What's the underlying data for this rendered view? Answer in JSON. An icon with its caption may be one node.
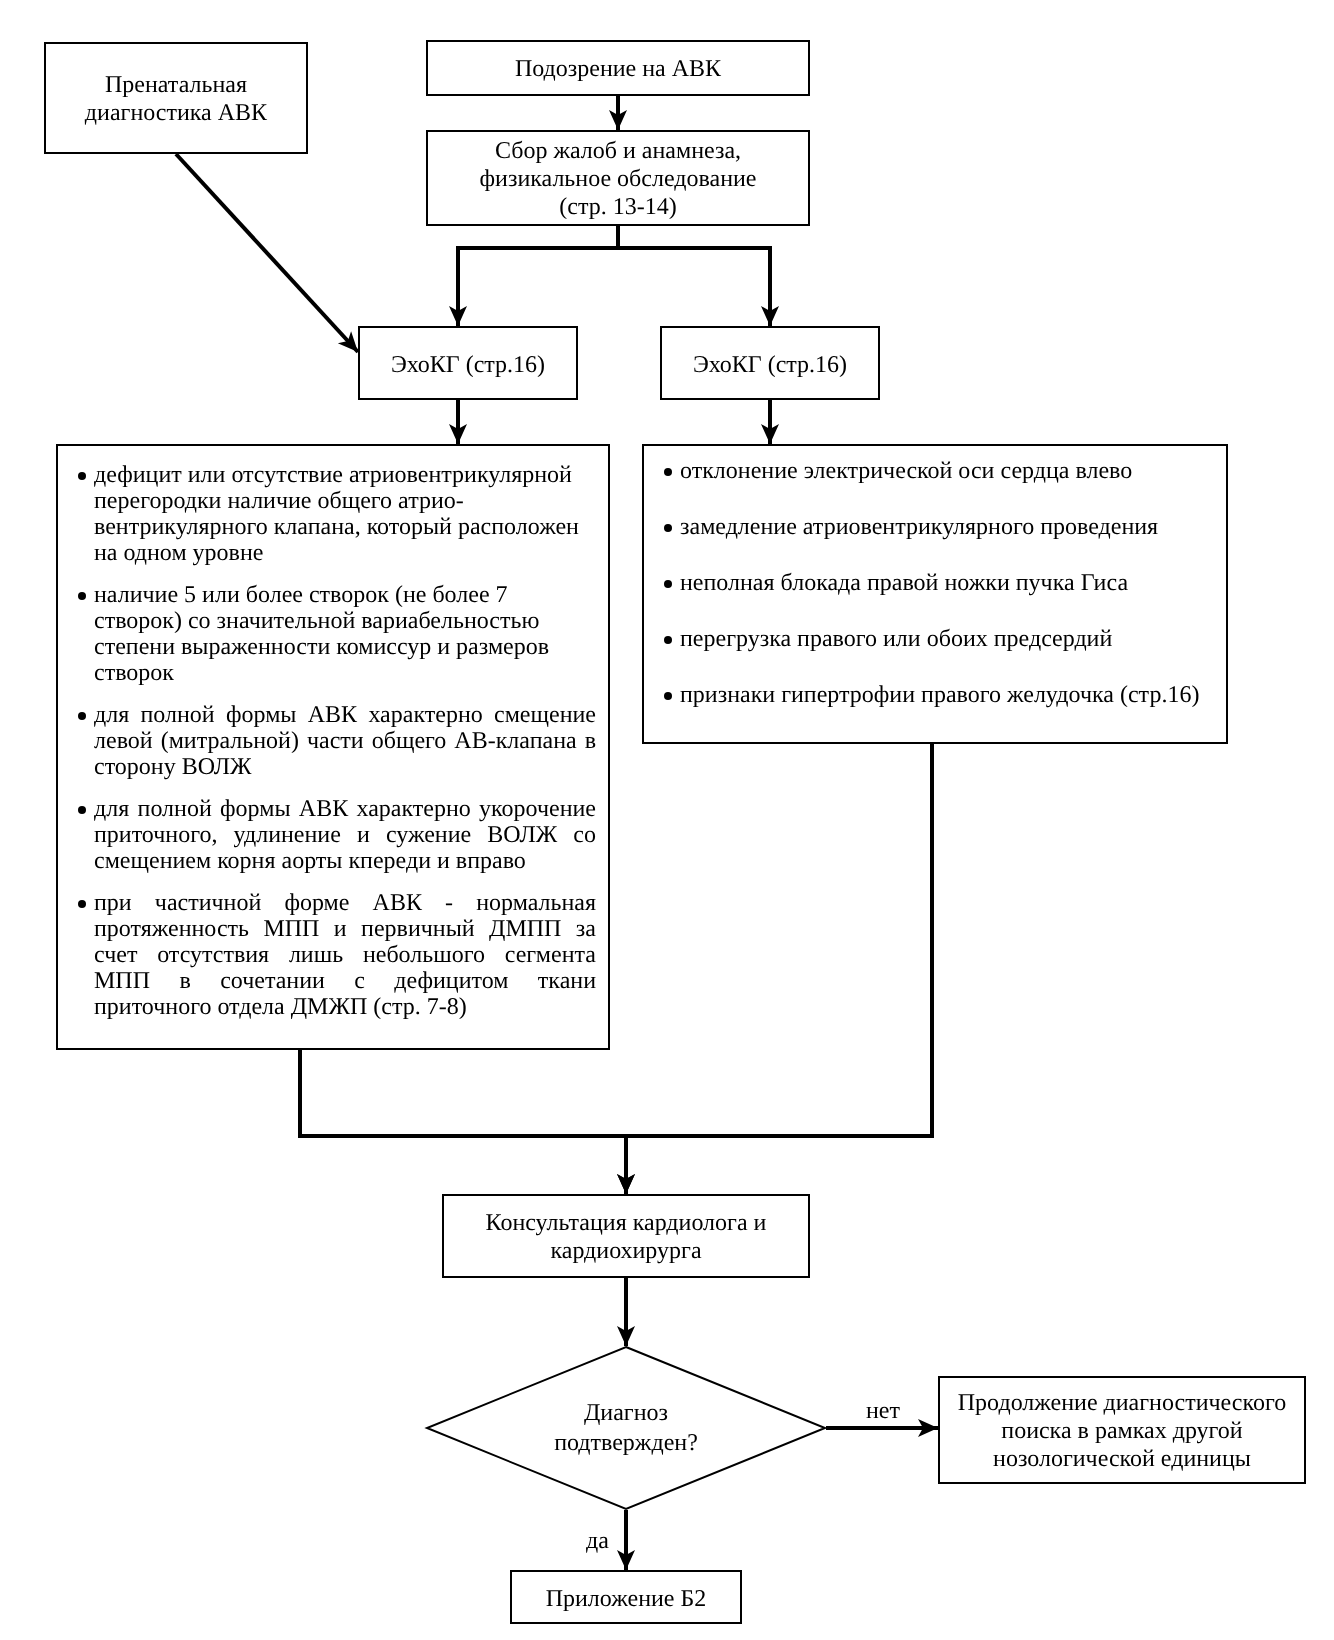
{
  "diagram": {
    "nodes": [
      {
        "text": [
          "Пренатальная диагностика АВК"
        ]
      },
      {
        "text": [
          "Подозрение на АВК"
        ]
      },
      {
        "text": [
          "Сбор жалоб и анамнеза, физикальное обследование (стр. 13-14)"
        ]
      },
      {
        "text": [
          "ЭхоКГ (стр.16)"
        ]
      },
      {
        "text": [
          "ЭхоКГ (стр.16)"
        ]
      },
      {
        "text": [
          "дефицит или отсутствие атриовентрикулярной перегородки наличие общего атрио-вентрикулярного клапана, который расположен на одном уровне",
          "наличие 5 или более створок (не более 7 створок) со значительной вариабельностью степени выраженности комиссур и размеров створок",
          "для полной формы АВК характерно смещение левой (митральной) части общего АВ-клапана в сторону ВОЛЖ",
          "для полной формы АВК характерно укорочение приточного, удлинение и сужение ВОЛЖ со смещением корня аорты кпереди и вправо",
          "при частичной форме АВК - нормальная протяженность МПП и первичный ДМПП за счет отсутствия лишь небольшого сегмента МПП в сочетании с дефицитом ткани приточного отдела ДМЖП (стр. 7-8)"
        ]
      },
      {
        "text": [
          "отклонение электрической оси сердца влево",
          "замедление атриовентрикулярного проведения",
          "неполная блокада правой ножки пучка Гиса",
          "перегрузка правого или обоих предсердий",
          "признаки гипертрофии правого желудочка (стр.16)"
        ]
      },
      {
        "text": [
          "Консультация кардиолога и кардиохирурга"
        ]
      },
      {
        "text": [
          "Диагноз подтвержден?"
        ]
      },
      {
        "text": [
          "Продолжение диагностического поиска в рамках другой нозологической единицы"
        ]
      },
      {
        "text": [
          "Приложение Б2"
        ]
      }
    ],
    "edges": [
      {
        "from": 0,
        "to": 3,
        "arrow": "to"
      },
      {
        "from": 1,
        "to": 2,
        "arrow": "to"
      },
      {
        "from": 2,
        "to": 3,
        "arrow": "to"
      },
      {
        "from": 2,
        "to": 4,
        "arrow": "to"
      },
      {
        "from": 3,
        "to": 5,
        "arrow": "to"
      },
      {
        "from": 4,
        "to": 6,
        "arrow": "to"
      },
      {
        "from": 5,
        "to": 7,
        "arrow": "to"
      },
      {
        "from": 6,
        "to": 7,
        "arrow": "to"
      },
      {
        "from": 7,
        "to": 8,
        "arrow": "to"
      },
      {
        "from": 8,
        "to": 9,
        "label": "нет",
        "arrow": "to"
      },
      {
        "from": 8,
        "to": 10,
        "label": "да",
        "arrow": "to"
      }
    ]
  }
}
